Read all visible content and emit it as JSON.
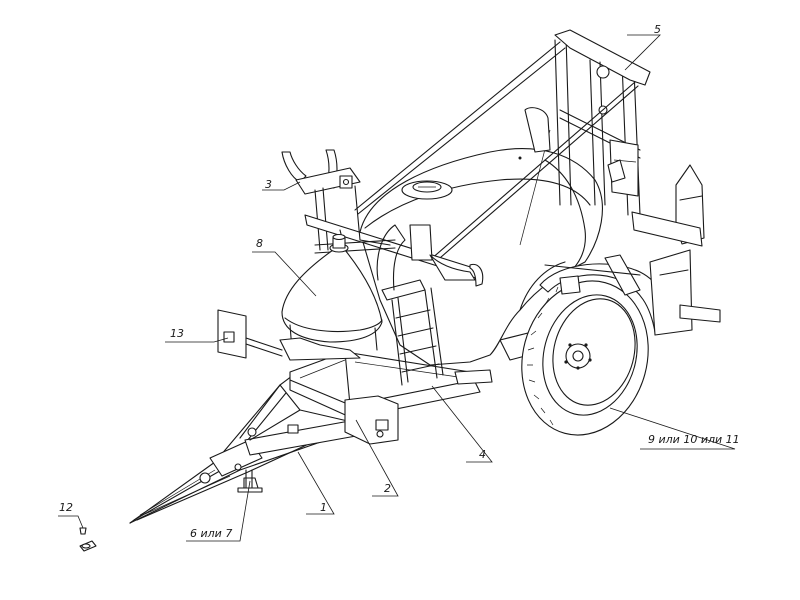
{
  "callouts": {
    "c1": "1",
    "c2": "2",
    "c3": "3",
    "c4": "4",
    "c5": "5",
    "c6_7": "6 или 7",
    "c8": "8",
    "c9_11": "9 или  10  или 11",
    "c12": "12",
    "c13": "13"
  },
  "colors": {
    "line": "#1a1a1a",
    "background": "#ffffff"
  }
}
